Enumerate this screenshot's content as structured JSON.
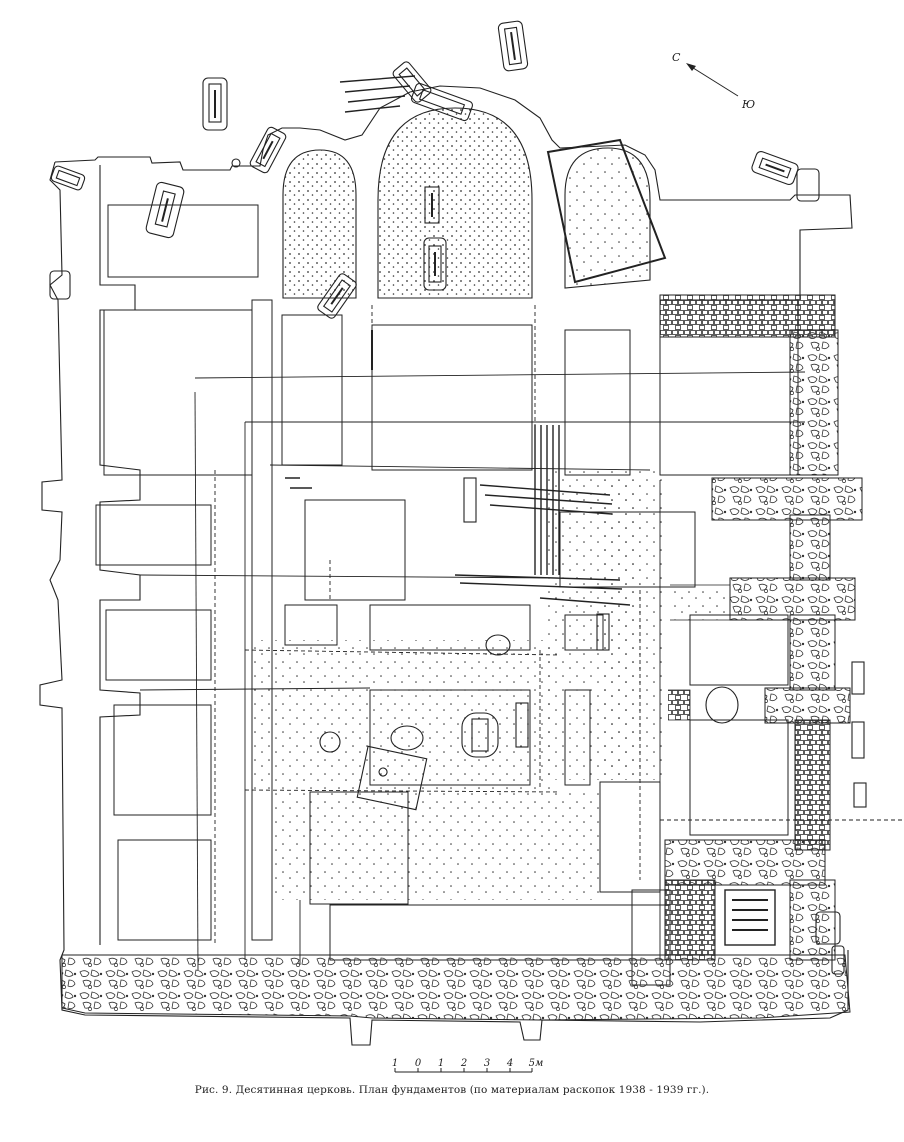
{
  "figure": {
    "caption": "Рис. 9. Десятинная церковь. План фундаментов (по материалам раскопок 1938 - 1939 гг.).",
    "north_label": "С",
    "south_label": "Ю",
    "scale_ticks": [
      "1",
      "0",
      "1",
      "2",
      "3",
      "4",
      "5м"
    ]
  },
  "colors": {
    "ink": "#222222",
    "paper": "#ffffff"
  }
}
